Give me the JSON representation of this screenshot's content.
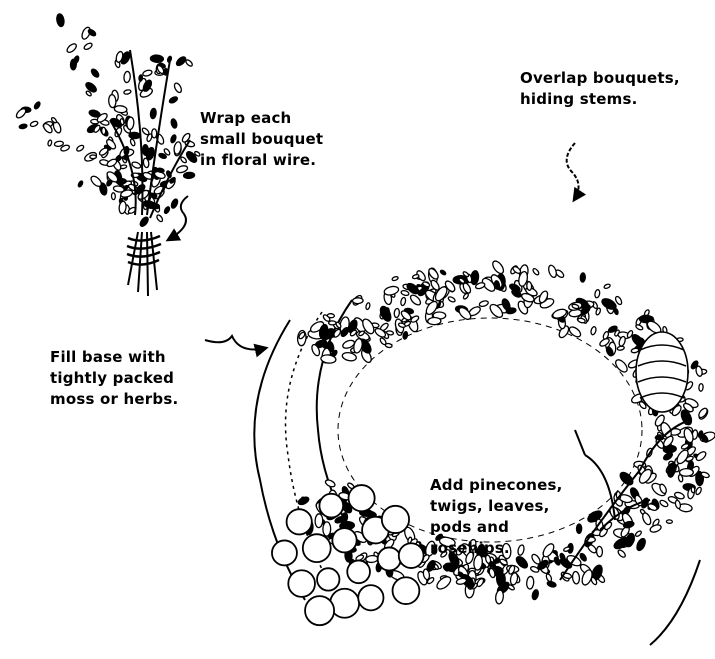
{
  "diagram": {
    "captions": {
      "wrap": [
        "Wrap each",
        "small bouquet",
        "in floral wire."
      ],
      "overlap": [
        "Overlap bouquets,",
        "hiding stems."
      ],
      "fill": [
        "Fill base with",
        "tightly packed",
        "moss or herbs."
      ],
      "add": [
        "Add pinecones,",
        "twigs, leaves,",
        "pods and",
        "rosehips."
      ]
    },
    "colors": {
      "ink": "#000000",
      "paper": "#ffffff"
    },
    "icons": [
      "bouquet-illustration",
      "wreath-illustration",
      "pinecone-cluster",
      "wire-wrap",
      "arrow"
    ]
  }
}
